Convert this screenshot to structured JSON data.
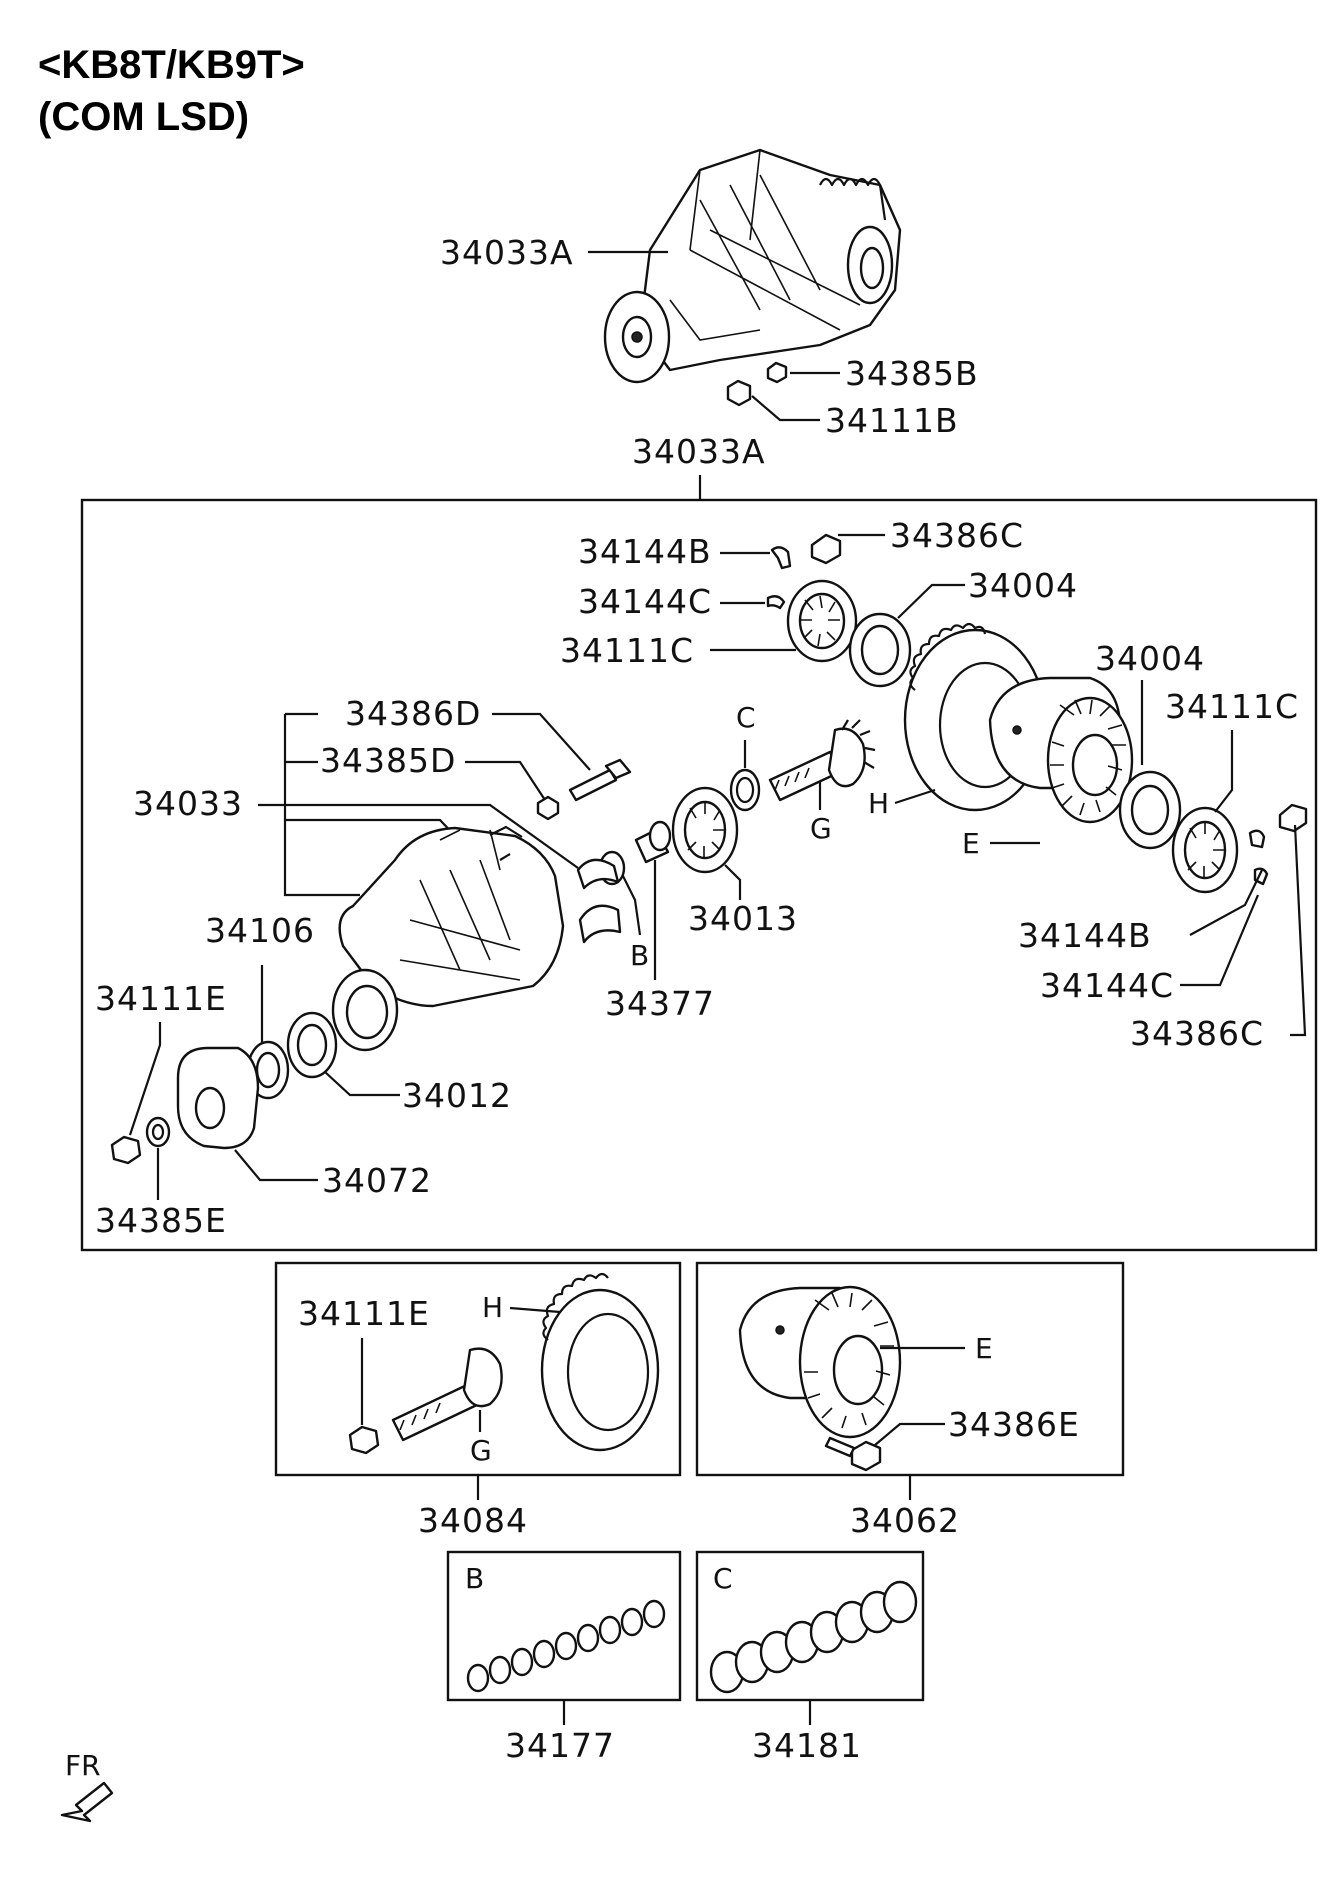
{
  "title": {
    "line1": "<KB8T/KB9T>",
    "line2": "(COM LSD)"
  },
  "labels": {
    "top_carrier": "34033A",
    "top_nut_small": "34385B",
    "top_nut": "34111B",
    "frame_ref": "34033A",
    "p_34144B_top": "34144B",
    "p_34386C_top": "34386C",
    "p_34144C_top": "34144C",
    "p_34004_top": "34004",
    "p_34111C_top": "34111C",
    "p_34004_right": "34004",
    "p_34111C_right": "34111C",
    "p_34386D": "34386D",
    "p_34385D": "34385D",
    "p_34033": "34033",
    "ref_C": "C",
    "ref_G": "G",
    "ref_H": "H",
    "ref_E": "E",
    "ref_B": "B",
    "p_34386E": "34386E",
    "p_34144B_right": "34144B",
    "p_34144C_right": "34144C",
    "p_34386C_right": "34386C",
    "p_34106": "34106",
    "p_34111E": "34111E",
    "p_34013": "34013",
    "p_34377": "34377",
    "p_34012": "34012",
    "p_34072": "34072",
    "p_34385E": "34385E"
  },
  "subassemblies": [
    {
      "part": "34084",
      "labels": {
        "nut": "34111E",
        "ring": "H",
        "pinion": "G"
      }
    },
    {
      "part": "34062",
      "labels": {
        "case": "E",
        "bolt": "34386E"
      }
    },
    {
      "part": "34177",
      "labels": {
        "ref": "B"
      }
    },
    {
      "part": "34181",
      "labels": {
        "ref": "C"
      }
    }
  ],
  "direction": {
    "label": "FR"
  }
}
